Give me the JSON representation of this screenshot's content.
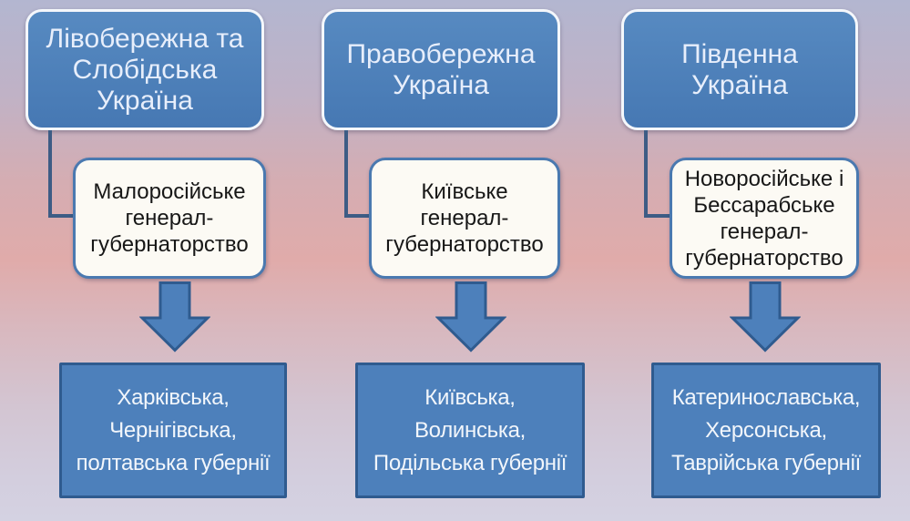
{
  "colors": {
    "box-blue": "#4d80bb",
    "box-blue-border-dark": "#2f5b8f",
    "white-box-bg": "#fcfaf4",
    "white-box-border": "#4a79b0",
    "top-box-border": "#f4f7fb",
    "connector": "#3d5c85",
    "top-text": "#e7eefb",
    "bottom-text": "#f2f6fb",
    "mid-text": "#171717",
    "bg-top": "#b3b6d0",
    "bg-mid": "#e0abaa",
    "bg-bottom": "#d4d2e2"
  },
  "columns": [
    {
      "region": "Лівобережна та\nСлобідська\nУкраїна",
      "governorship": "Малоросійське\nгенерал-\nгубернаторство",
      "provinces": "Харківська,\nЧернігівська,\nполтавська губернії"
    },
    {
      "region": "Правобережна\nУкраїна",
      "governorship": "Київське\nгенерал-\nгубернаторство",
      "provinces": "Київська,\nВолинська,\nПодільська губернії"
    },
    {
      "region": "Південна\nУкраїна",
      "governorship": "Новоросійське і\nБессарабське\nгенерал-\nгубернаторство",
      "provinces": "Катеринославська,\nХерсонська,\nТаврійська губернії"
    }
  ]
}
